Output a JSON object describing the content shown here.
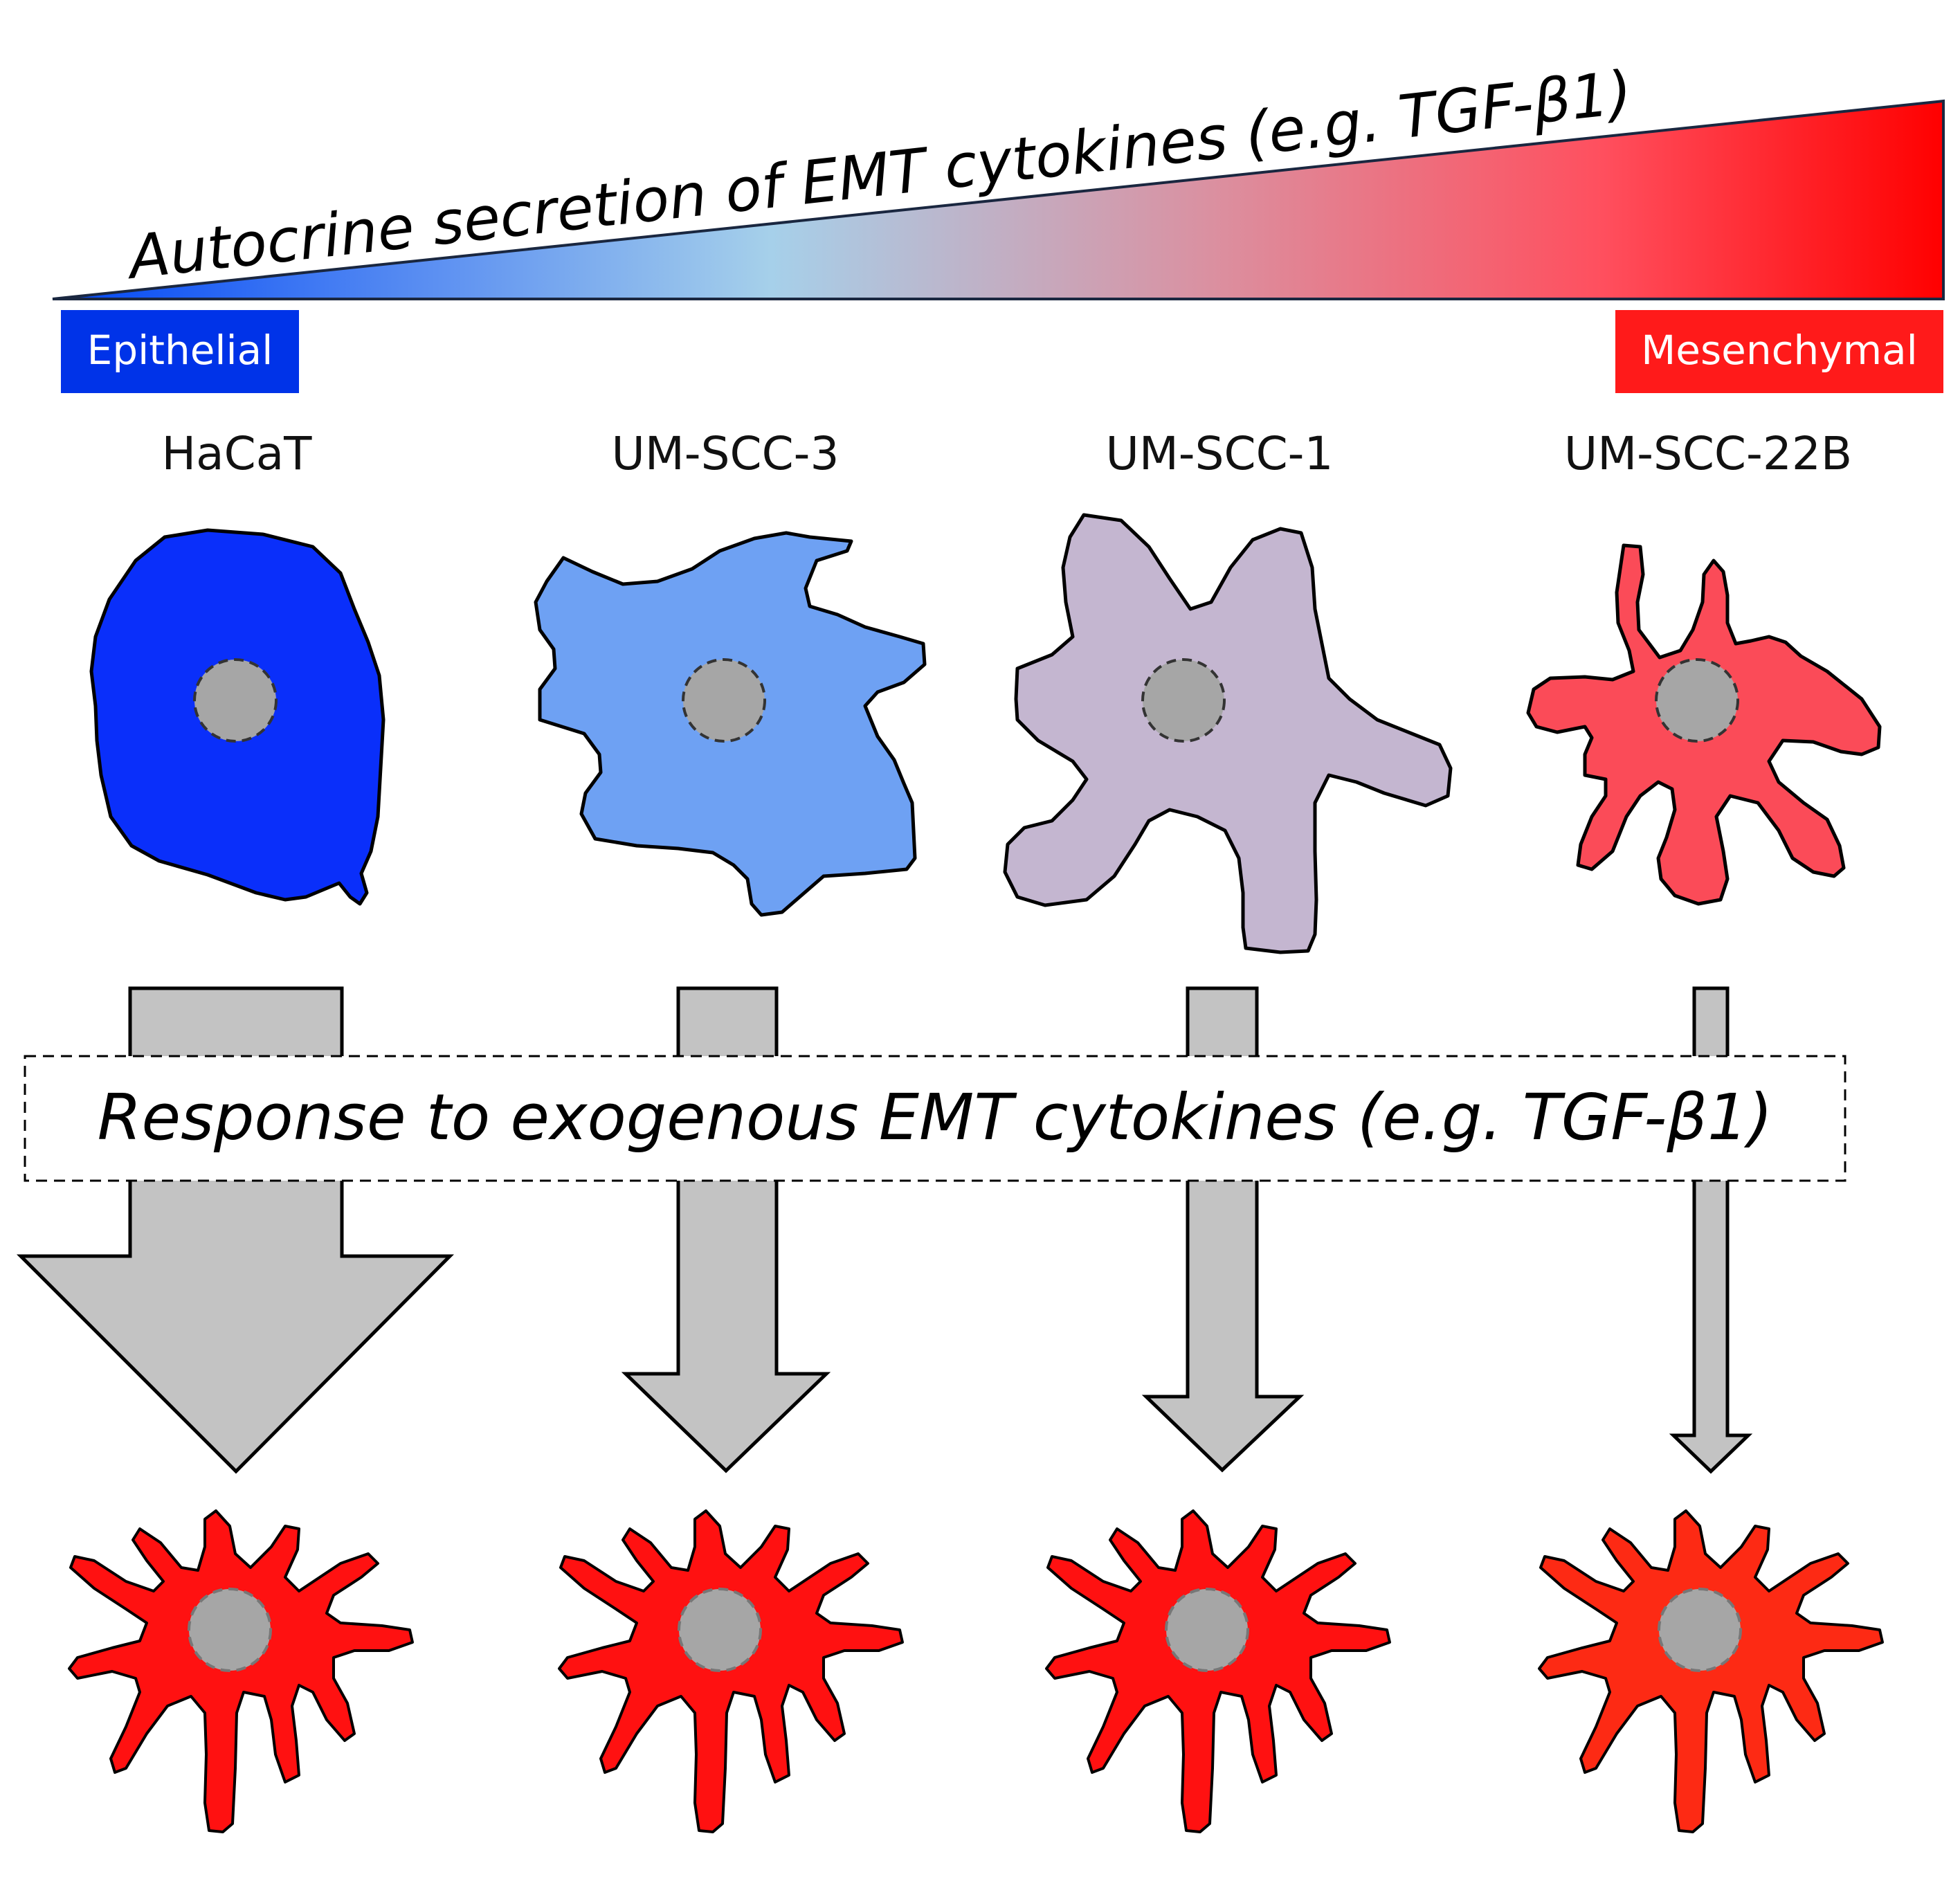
{
  "gradient": {
    "title": "Autocrine secretion of EMT cytokines (e.g. TGF-β1)",
    "left_label": "Epithelial",
    "right_label": "Mesenchymal",
    "colors": [
      "#0046f5",
      "#5b8ff2",
      "#a6d0ea",
      "#dc8e9e",
      "#ff4f5e",
      "#ff0000"
    ]
  },
  "colors": {
    "epithelial_box": "#0033e8",
    "mesenchymal_box": "#ff1a1a",
    "nucleus": "#a6a6a6",
    "arrow": "#c3c3c3",
    "outline": "#000000"
  },
  "response_label": "Response to exogenous EMT cytokines (e.g. TGF-β1)",
  "cell_lines": [
    {
      "name": "HaCaT",
      "before_color": "#0a2ffa",
      "after_color": "#ff1111",
      "response_level": 1.0
    },
    {
      "name": "UM-SCC-3",
      "before_color": "#6ea1f3",
      "after_color": "#ff1111",
      "response_level": 0.5
    },
    {
      "name": "UM-SCC-1",
      "before_color": "#c4b6d0",
      "after_color": "#ff1111",
      "response_level": 0.38
    },
    {
      "name": "UM-SCC-22B",
      "before_color": "#fb4b58",
      "after_color": "#fd2a14",
      "response_level": 0.12
    }
  ]
}
